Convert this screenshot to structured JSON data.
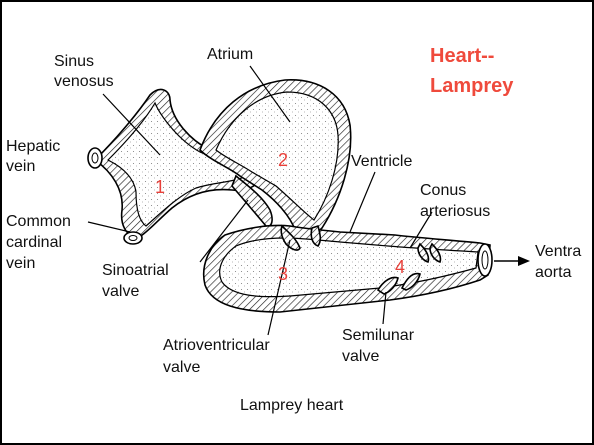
{
  "title": {
    "line1": "Heart--",
    "line2": "Lamprey",
    "color": "#ef4a3c"
  },
  "caption": "Lamprey heart",
  "region_numbers": [
    "1",
    "2",
    "3",
    "4"
  ],
  "labels": {
    "sinus_venosus": [
      "Sinus",
      "venosus"
    ],
    "atrium": "Atrium",
    "hepatic_vein": [
      "Hepatic",
      "vein"
    ],
    "common_cardinal_vein": [
      "Common",
      "cardinal",
      "vein"
    ],
    "sinoatrial_valve": [
      "Sinoatrial",
      "valve"
    ],
    "atrioventricular_valve": [
      "Atrioventricular",
      "valve"
    ],
    "ventricle": "Ventricle",
    "conus_arteriosus": [
      "Conus",
      "arteriosus"
    ],
    "semilunar_valve": [
      "Semilunar",
      "valve"
    ],
    "ventral_aorta": [
      "Ventra",
      "aorta"
    ]
  },
  "number_color": "#e8403a"
}
